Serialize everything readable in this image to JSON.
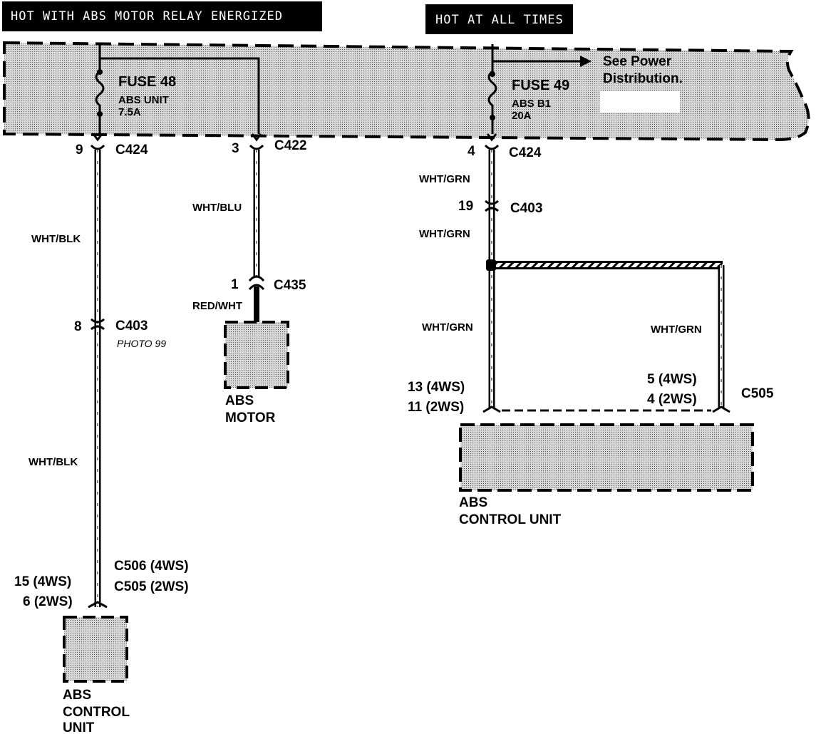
{
  "headers": {
    "relay": "HOT WITH ABS MOTOR RELAY ENERGIZED",
    "always": "HOT AT ALL TIMES"
  },
  "power_dist": {
    "line1": "See Power",
    "line2": "Distribution."
  },
  "fuse48": {
    "name": "FUSE 48",
    "desc": "ABS UNIT",
    "rating": "7.5A"
  },
  "fuse49": {
    "name": "FUSE 49",
    "desc": "ABS B1",
    "rating": "20A"
  },
  "circuit1": {
    "pin_top": "9",
    "conn_top": "C424",
    "wire1": "WHT/BLK",
    "pin_mid": "8",
    "conn_mid": "C403",
    "photo": "PHOTO 99",
    "wire2": "WHT/BLK",
    "pin_b1": "15 (4WS)",
    "pin_b2": "6 (2WS)",
    "conn_b1": "C506 (4WS)",
    "conn_b2": "C505 (2WS)",
    "comp1": "ABS",
    "comp2": "CONTROL",
    "comp3": "UNIT"
  },
  "circuit2": {
    "pin_top": "3",
    "conn_top": "C422",
    "wire1": "WHT/BLU",
    "pin_mid": "1",
    "conn_mid": "C435",
    "wire2": "RED/WHT",
    "comp1": "ABS",
    "comp2": "MOTOR"
  },
  "circuit3": {
    "pin_top": "4",
    "conn_top": "C424",
    "wire1": "WHT/GRN",
    "pin_mid": "19",
    "conn_mid": "C403",
    "wire2": "WHT/GRN",
    "wire_left": "WHT/GRN",
    "wire_right": "WHT/GRN",
    "pin_l1": "13 (4WS)",
    "pin_l2": "11 (2WS)",
    "pin_r1": "5 (4WS)",
    "pin_r2": "4 (2WS)",
    "conn_bottom": "C505",
    "comp1": "ABS",
    "comp2": "CONTROL UNIT"
  },
  "colors": {
    "ink": "#000000",
    "shade": "#bfbfbf",
    "paper": "#ffffff"
  }
}
